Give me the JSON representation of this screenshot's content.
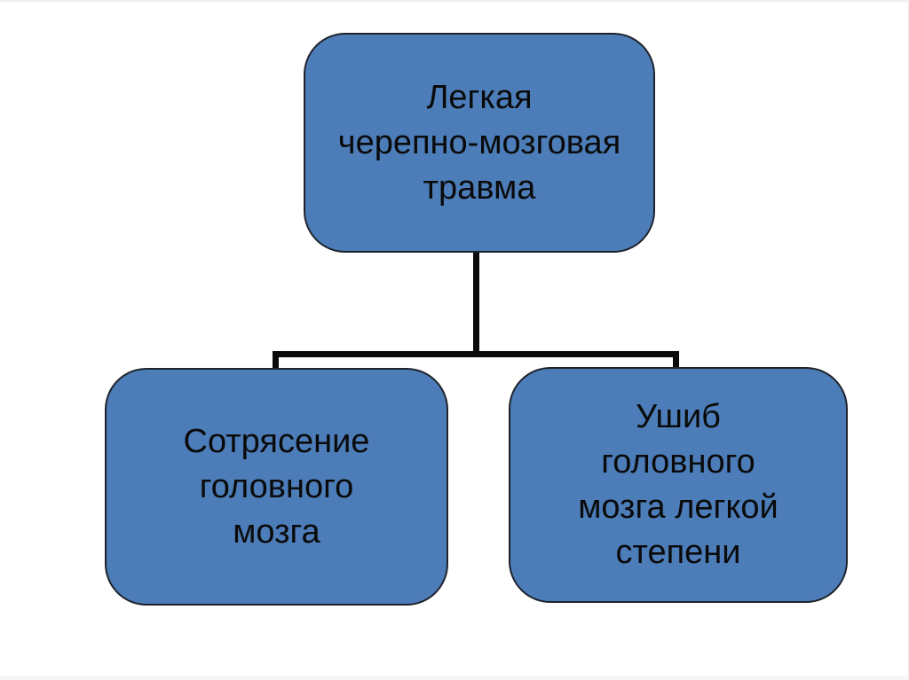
{
  "slide": {
    "background": "#ffffff",
    "theme": {
      "node_fill": "#4C7DB8",
      "node_border": "#1E222B",
      "connector": "#0B0B0B",
      "text": "#0A0A0A"
    },
    "diagram": {
      "type": "hierarchy",
      "root": {
        "id": "root",
        "label": "Легкая черепно-мозговая травма",
        "lines": [
          "Легкая",
          "черепно-мозговая",
          "травма"
        ]
      },
      "children": [
        {
          "id": "concussion",
          "label": "Сотрясение головного мозга",
          "lines": [
            "Сотрясение",
            "головного",
            "мозга"
          ]
        },
        {
          "id": "contusion",
          "label": "Ушиб головного мозга легкой степени",
          "lines": [
            "Ушиб",
            "головного",
            "мозга легкой",
            "степени"
          ]
        }
      ]
    }
  }
}
